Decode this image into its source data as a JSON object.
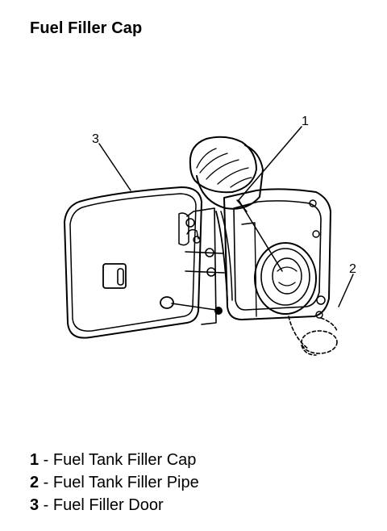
{
  "title": "Fuel Filler Cap",
  "callouts": [
    {
      "number": "1"
    },
    {
      "number": "2"
    },
    {
      "number": "3"
    }
  ],
  "legend": [
    {
      "number": "1",
      "separator": " - ",
      "label": "Fuel Tank Filler Cap"
    },
    {
      "number": "2",
      "separator": " - ",
      "label": "Fuel Tank Filler Pipe"
    },
    {
      "number": "3",
      "separator": " - ",
      "label": "Fuel Filler Door"
    }
  ]
}
